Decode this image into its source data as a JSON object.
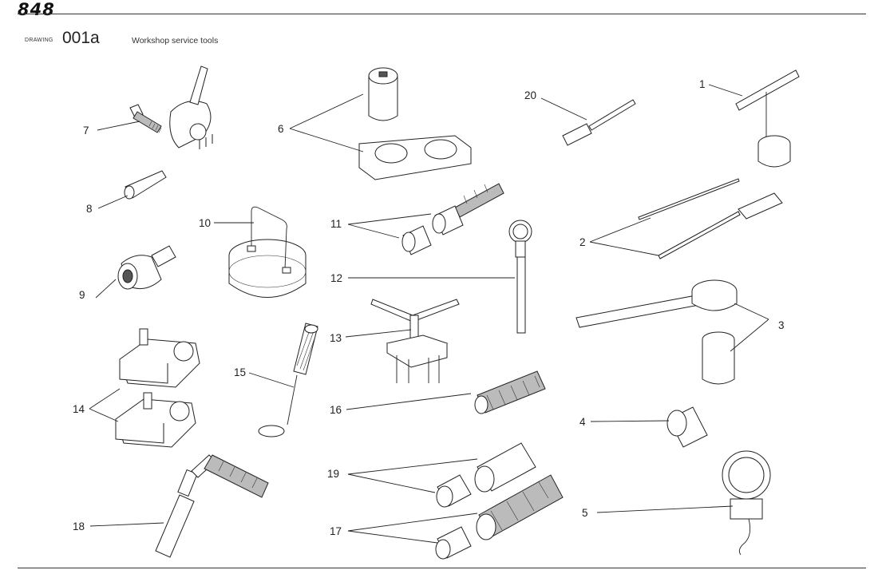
{
  "header": {
    "model_logo": "848"
  },
  "drawing": {
    "label": "DRAWING",
    "number": "001a",
    "title": "Workshop service tools"
  },
  "callouts": {
    "c1": "1",
    "c2": "2",
    "c3": "3",
    "c4": "4",
    "c5": "5",
    "c6": "6",
    "c7": "7",
    "c8": "8",
    "c9": "9",
    "c10": "10",
    "c11": "11",
    "c12": "12",
    "c13": "13",
    "c14": "14",
    "c15": "15",
    "c16": "16",
    "c17": "17",
    "c18": "18",
    "c19": "19",
    "c20": "20"
  }
}
